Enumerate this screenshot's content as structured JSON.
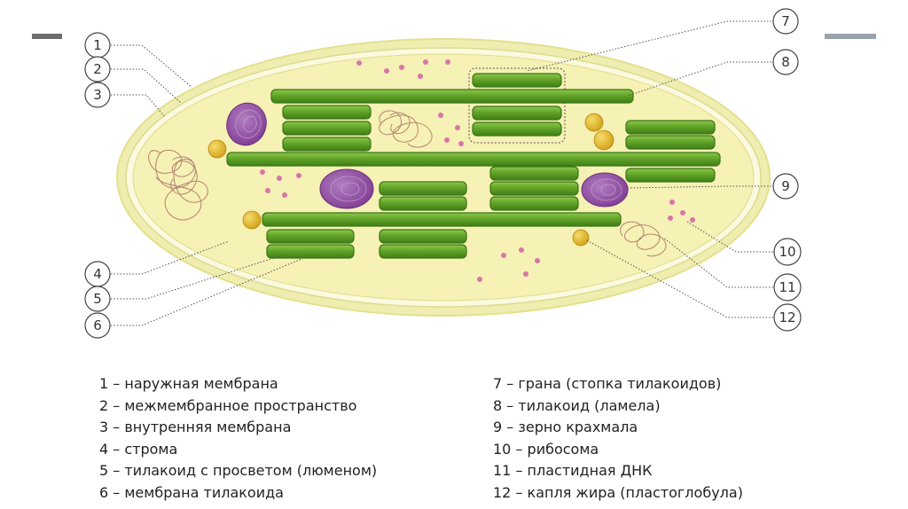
{
  "callouts": [
    "1",
    "2",
    "3",
    "4",
    "5",
    "6",
    "7",
    "8",
    "9",
    "10",
    "11",
    "12"
  ],
  "legend": {
    "left": [
      "1 – наружная мембрана",
      "2 – межмембранное пространство",
      "3 – внутренняя мембрана",
      "4 – строма",
      "5 – тилакоид с просветом (люменом)",
      "6 – мембрана тилакоида"
    ],
    "right": [
      "7 – грана (стопка тилакоидов)",
      "8 – тилакоид (ламела)",
      "9 – зерно крахмала",
      "10 – рибосома",
      "11 – пластидная ДНК",
      "12 – капля жира (пластоглобула)"
    ]
  },
  "colors": {
    "outer_membrane": "#f2efb2",
    "stroma": "#f6f1b4",
    "thylakoid": "#6cae2c",
    "thylakoid_edge": "#3f7f17",
    "starch": "#8e4aa0",
    "ribosome": "#d677a8",
    "lipid": "#e2b92a",
    "dna": "#b38471",
    "deco_bar": "#6d6d6d"
  }
}
